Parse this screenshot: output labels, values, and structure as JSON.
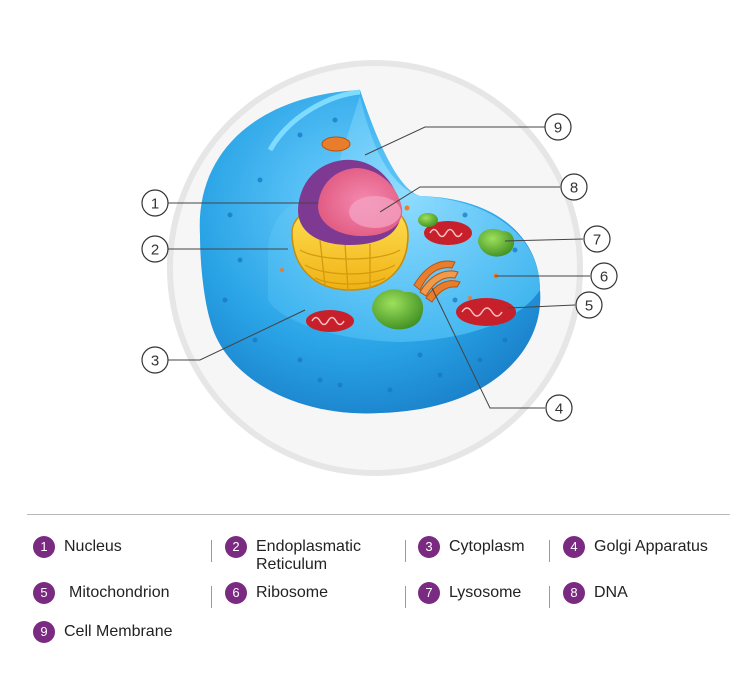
{
  "callouts": [
    {
      "number": "1",
      "term": "Nucleus"
    },
    {
      "number": "2",
      "term": "Endoplasmatic Reticulum"
    },
    {
      "number": "3",
      "term": "Cytoplasm"
    },
    {
      "number": "4",
      "term": "Golgi Apparatus"
    },
    {
      "number": "5",
      "term": "Mitochondrion"
    },
    {
      "number": "6",
      "term": "Ribosome"
    },
    {
      "number": "7",
      "term": "Lysosome"
    },
    {
      "number": "8",
      "term": "DNA"
    },
    {
      "number": "9",
      "term": "Cell Membrane"
    }
  ],
  "legend": {
    "items": [
      {
        "number": "1",
        "label": "Nucleus"
      },
      {
        "number": "2",
        "label_line1": "Endoplasmatic",
        "label_line2": "Reticulum"
      },
      {
        "number": "3",
        "label": "Cytoplasm"
      },
      {
        "number": "4",
        "label": "Golgi Apparatus"
      },
      {
        "number": "5",
        "label": "Mitochondrion"
      },
      {
        "number": "6",
        "label": "Ribosome"
      },
      {
        "number": "7",
        "label": "Lysosome"
      },
      {
        "number": "8",
        "label": "DNA"
      },
      {
        "number": "9",
        "label": "Cell Membrane"
      }
    ]
  },
  "colors": {
    "badge": "#7b2a82",
    "cytoplasm": "#2aa4e6",
    "nucleus": "#8c4a9e",
    "endoplasmic_reticulum": "#f5c522",
    "mitochondrion": "#c8202a",
    "lysosome": "#5aae2e",
    "golgi": "#e87d2c"
  }
}
